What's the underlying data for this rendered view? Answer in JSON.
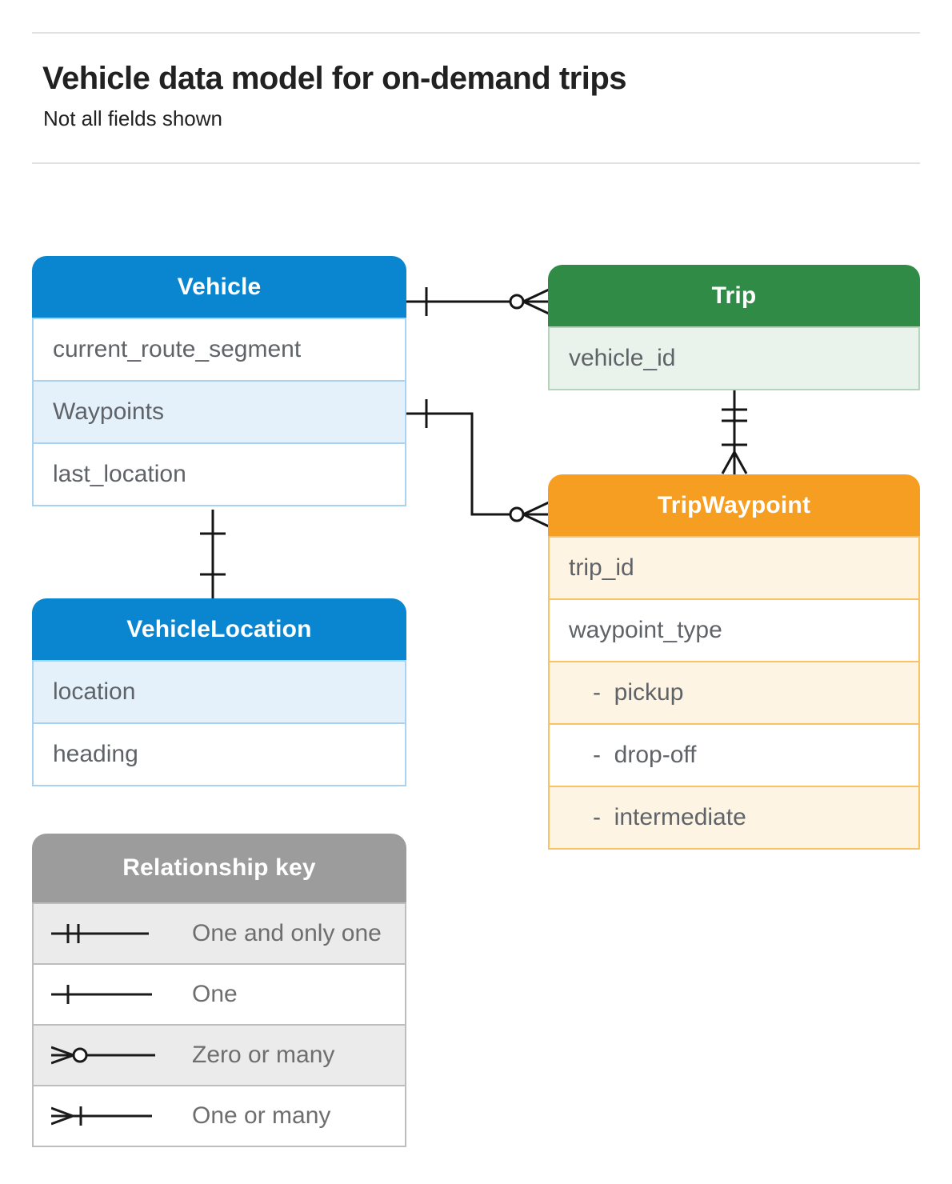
{
  "page": {
    "title": "Vehicle data model for on-demand trips",
    "subtitle": "Not all fields shown"
  },
  "entities": {
    "vehicle": {
      "title": "Vehicle",
      "fields": [
        {
          "label": "current_route_segment"
        },
        {
          "label": "Waypoints"
        },
        {
          "label": "last_location"
        }
      ]
    },
    "trip": {
      "title": "Trip",
      "fields": [
        {
          "label": "vehicle_id"
        }
      ]
    },
    "trip_waypoint": {
      "title": "TripWaypoint",
      "fields": [
        {
          "label": "trip_id"
        },
        {
          "label": "waypoint_type"
        },
        {
          "label": "-  pickup"
        },
        {
          "label": "-  drop-off"
        },
        {
          "label": "-  intermediate"
        }
      ]
    },
    "vehicle_location": {
      "title": "VehicleLocation",
      "fields": [
        {
          "label": "location"
        },
        {
          "label": "heading"
        }
      ]
    }
  },
  "legend": {
    "title": "Relationship key",
    "items": [
      {
        "icon": "one-and-only-one-icon",
        "label": "One and only one"
      },
      {
        "icon": "one-icon",
        "label": "One"
      },
      {
        "icon": "zero-or-many-icon",
        "label": "Zero or many"
      },
      {
        "icon": "one-or-many-icon",
        "label": "One or many"
      }
    ]
  },
  "relationships": [
    {
      "from": "Vehicle",
      "to": "Trip",
      "from_end": "one",
      "to_end": "zero-or-many"
    },
    {
      "from": "Vehicle.Waypoints",
      "to": "TripWaypoint",
      "from_end": "one",
      "to_end": "zero-or-many"
    },
    {
      "from": "Trip",
      "to": "TripWaypoint",
      "from_end": "one-and-only-one",
      "to_end": "one-or-many"
    },
    {
      "from": "Vehicle",
      "to": "VehicleLocation",
      "from_end": "one",
      "to_end": "one"
    }
  ],
  "colors": {
    "blue_header": "#0a86d1",
    "blue_row_tint": "#e4f1fb",
    "blue_border": "#a9d2f0",
    "green_header": "#2f8b46",
    "green_row_tint": "#e9f2eb",
    "green_border": "#b3d5ba",
    "orange_header": "#f59e21",
    "orange_row_tint": "#fdf4e3",
    "orange_border": "#f9c365",
    "gray_header": "#9c9c9c",
    "gray_row_tint": "#ebebeb",
    "gray_border": "#bdbdbd",
    "connector": "#151515",
    "field_text": "#5f6368",
    "title_text": "#212121"
  }
}
